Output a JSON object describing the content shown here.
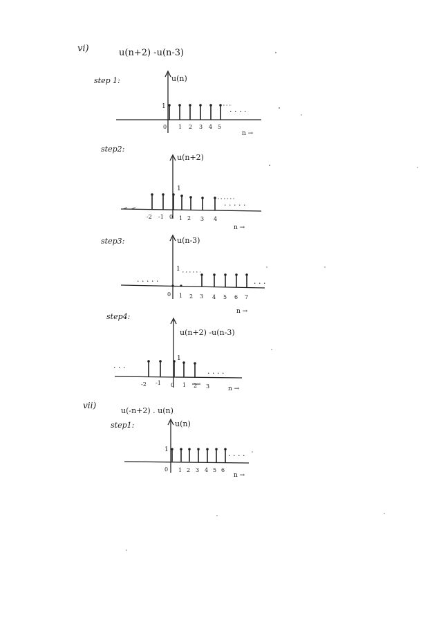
{
  "problems": [
    {
      "number": "vi)",
      "expression": "u(n+2)  -u(n-3)",
      "steps": [
        {
          "label": "step 1:",
          "signal": "u(n)",
          "amplitude": "1",
          "ticks": [
            "0",
            "1",
            "2",
            "3",
            "4",
            "5"
          ],
          "axis_label": "n →",
          "samples": [
            0,
            1,
            2,
            3,
            4,
            5
          ],
          "continues_right": true
        },
        {
          "label": "step2:",
          "signal": "u(n+2)",
          "amplitude": "1",
          "ticks": [
            "-2",
            "-1",
            "0",
            "1",
            "2",
            "3",
            "4"
          ],
          "axis_label": "n →",
          "samples": [
            -2,
            -1,
            0,
            1,
            2,
            3,
            4
          ],
          "continues_right": true
        },
        {
          "label": "step3:",
          "signal": "u(n-3)",
          "amplitude": "1",
          "ticks": [
            "0",
            "1",
            "2",
            "3",
            "4",
            "5",
            "6",
            "7"
          ],
          "axis_label": "n →",
          "samples": [
            3,
            4,
            5,
            6,
            7
          ],
          "continues_right": true
        },
        {
          "label": "step4:",
          "signal": "u(n+2) -u(n-3)",
          "amplitude": "1",
          "ticks": [
            "-2",
            "-1",
            "0",
            "1",
            "2",
            "3"
          ],
          "axis_label": "n →",
          "samples": [
            -2,
            -1,
            0,
            1,
            2
          ],
          "continues_right": false
        }
      ]
    },
    {
      "number": "vii)",
      "expression": "u(-n+2) . u(n)",
      "steps": [
        {
          "label": "step1:",
          "signal": "u(n)",
          "amplitude": "1",
          "ticks": [
            "0",
            "1",
            "2",
            "3",
            "4",
            "5",
            "6"
          ],
          "axis_label": "n →",
          "samples": [
            0,
            1,
            2,
            3,
            4,
            5,
            6
          ],
          "continues_right": true
        }
      ]
    }
  ]
}
